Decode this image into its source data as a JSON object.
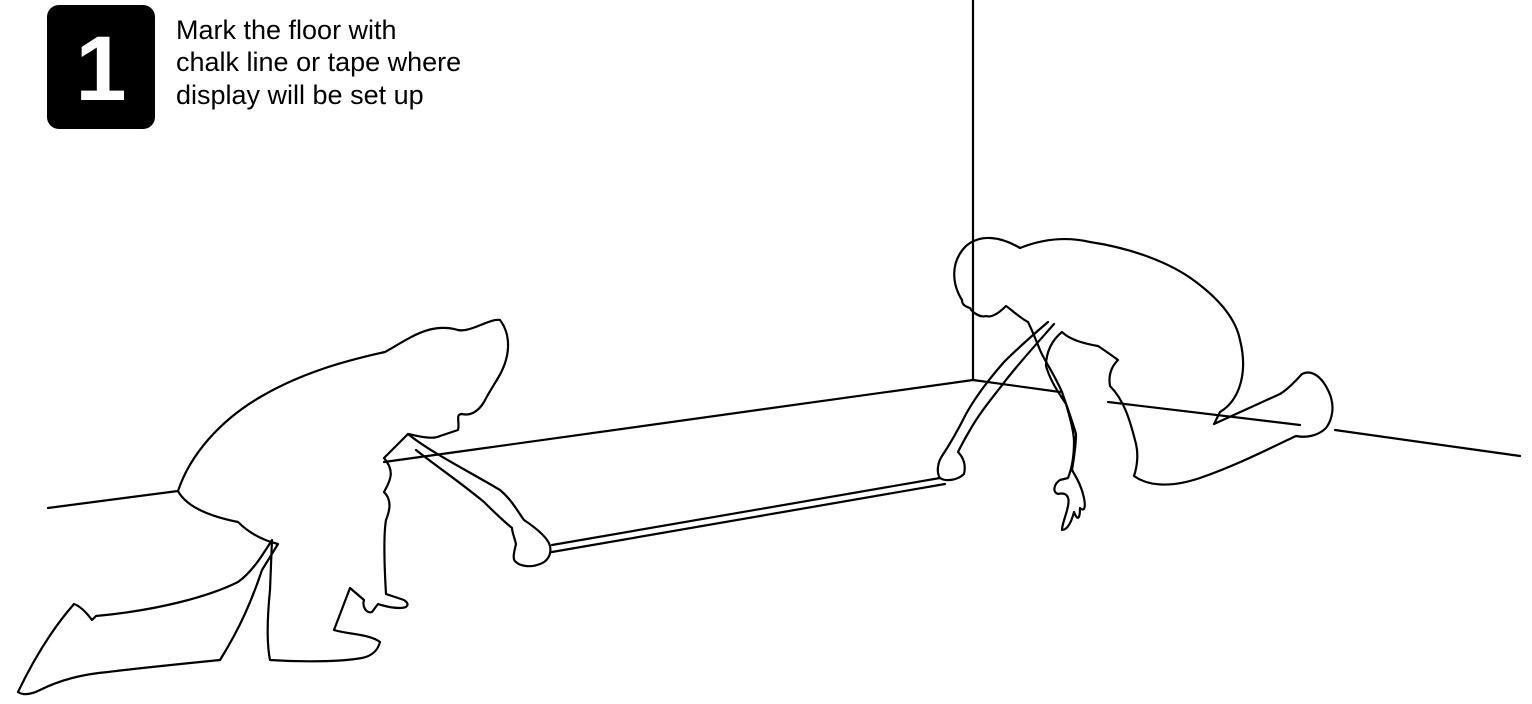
{
  "step": {
    "number": "1",
    "instruction_lines": [
      "Mark the floor with",
      "chalk line or tape where",
      "display will be set up"
    ]
  },
  "colors": {
    "ink": "#000000",
    "background": "#ffffff",
    "badge_text": "#ffffff"
  }
}
